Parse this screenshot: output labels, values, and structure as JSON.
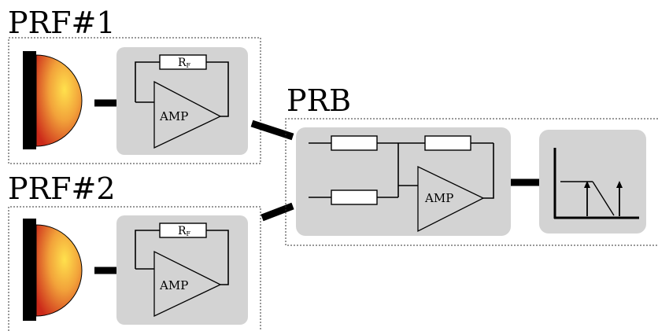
{
  "labels": {
    "prf1": "PRF#1",
    "prf2": "PRF#2",
    "prb": "PRB"
  },
  "components": {
    "amp": "AMP",
    "rf_main": "R",
    "rf_sub": "F"
  },
  "icons": {
    "photodiode": "photodiode-icon",
    "amplifier": "amplifier-triangle-icon",
    "resistor": "resistor-icon",
    "filter_spectrum": "lowpass-filter-spectrum-icon"
  },
  "colors": {
    "panel": "#d3d3d3",
    "diode_core": "#ffe14d",
    "diode_mid": "#f2a23a",
    "diode_edge": "#cc2a1a"
  }
}
